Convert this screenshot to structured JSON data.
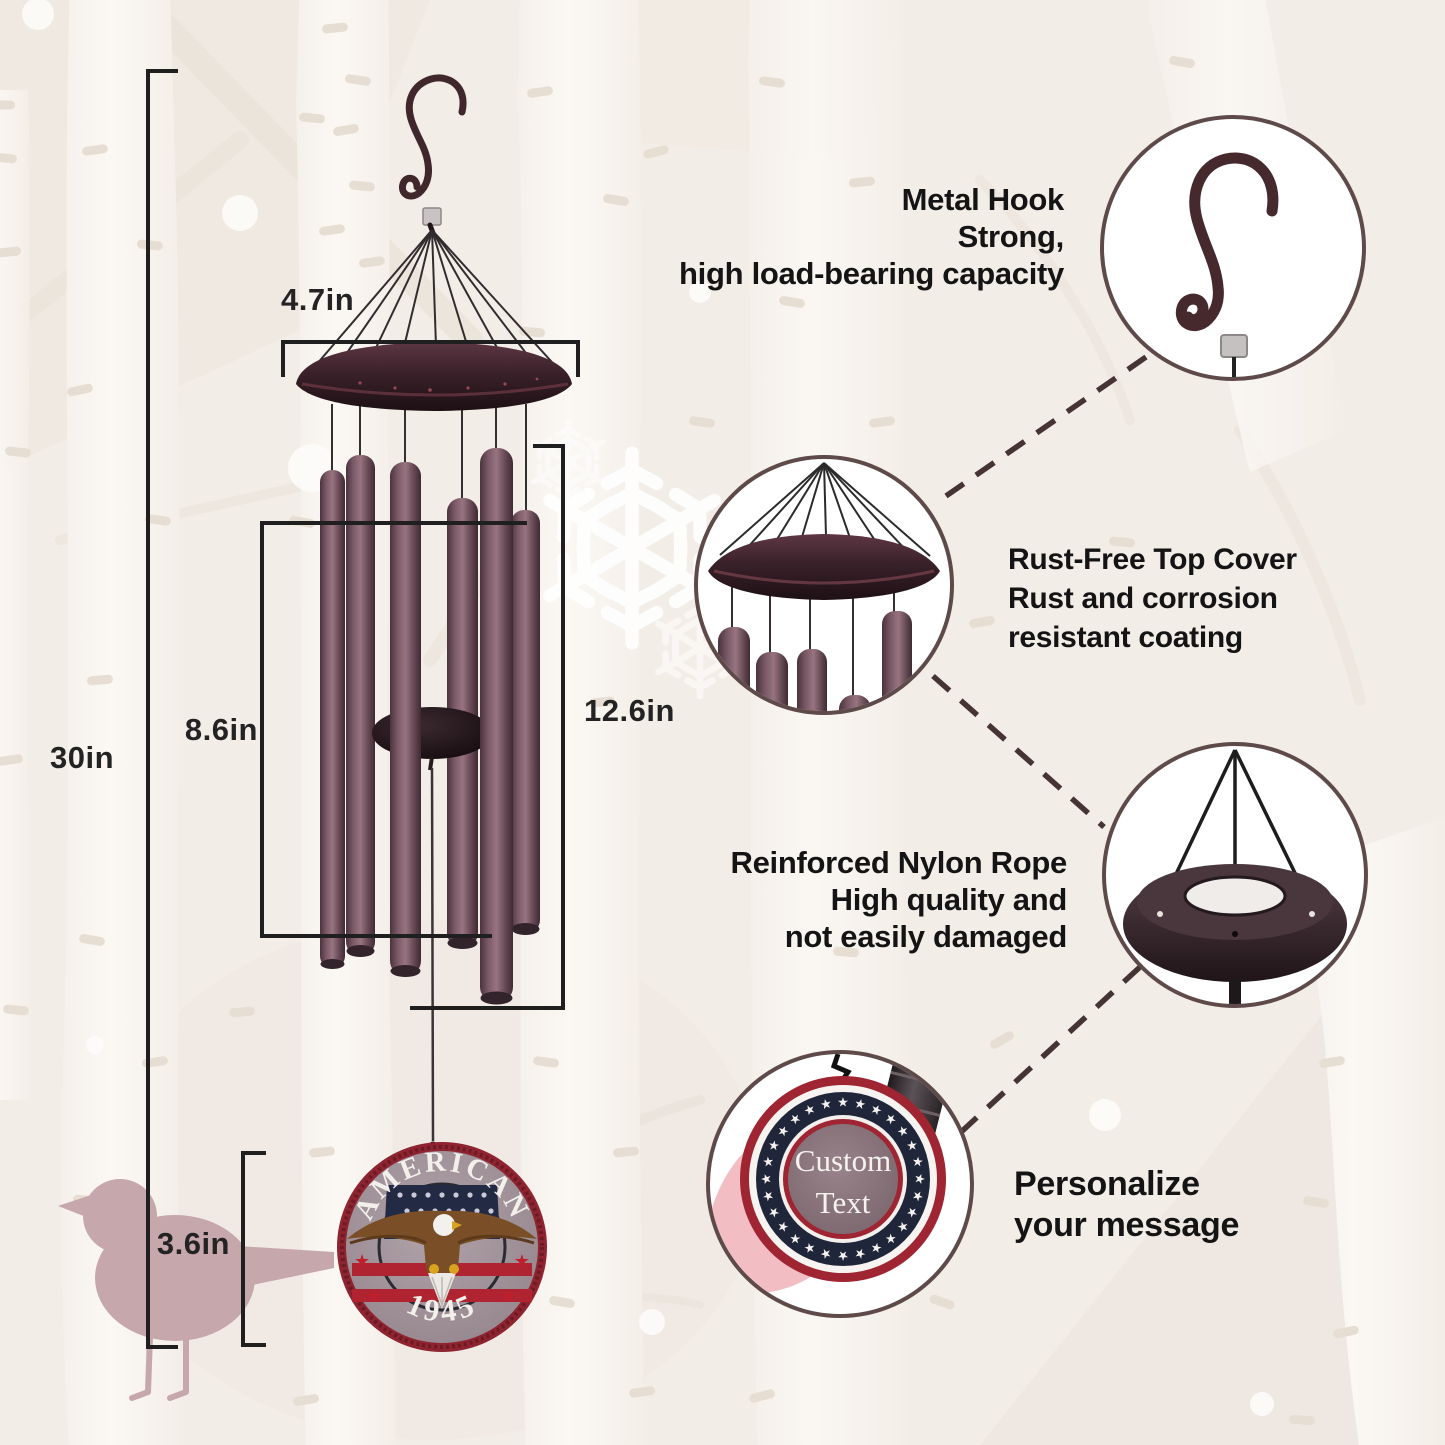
{
  "title": "Wind chime product infographic",
  "dimensions": {
    "overall_height": "30in",
    "top_cover_width": "4.7in",
    "tube_length": "8.6in",
    "chime_body_length": "12.6in",
    "wind_catcher_height": "3.6in"
  },
  "callouts": {
    "metal_hook": {
      "line1": "Metal Hook",
      "line2": "Strong,",
      "line3": "high load-bearing capacity"
    },
    "top_cover": {
      "line1": "Rust-Free Top Cover",
      "line2": "Rust and corrosion",
      "line3": "resistant coating"
    },
    "nylon_rope": {
      "line1": "Reinforced Nylon Rope",
      "line2": "High quality and",
      "line3": "not easily damaged"
    },
    "personalize": {
      "line1": "Personalize",
      "line2": "your message"
    }
  },
  "wind_catcher": {
    "arc_text": "AMERICAN",
    "year": "1945"
  },
  "custom_tag": {
    "line1": "Custom",
    "line2": "Text"
  },
  "colors": {
    "background": "#f3ede7",
    "accent_red": "#9e2531",
    "navy": "#232a44",
    "bronze_dark": "#3a2129",
    "tube_plum": "#7b5a68",
    "bird_mauve": "#c5a7ac",
    "circle_border": "#5e4a49",
    "text": "#141414"
  }
}
